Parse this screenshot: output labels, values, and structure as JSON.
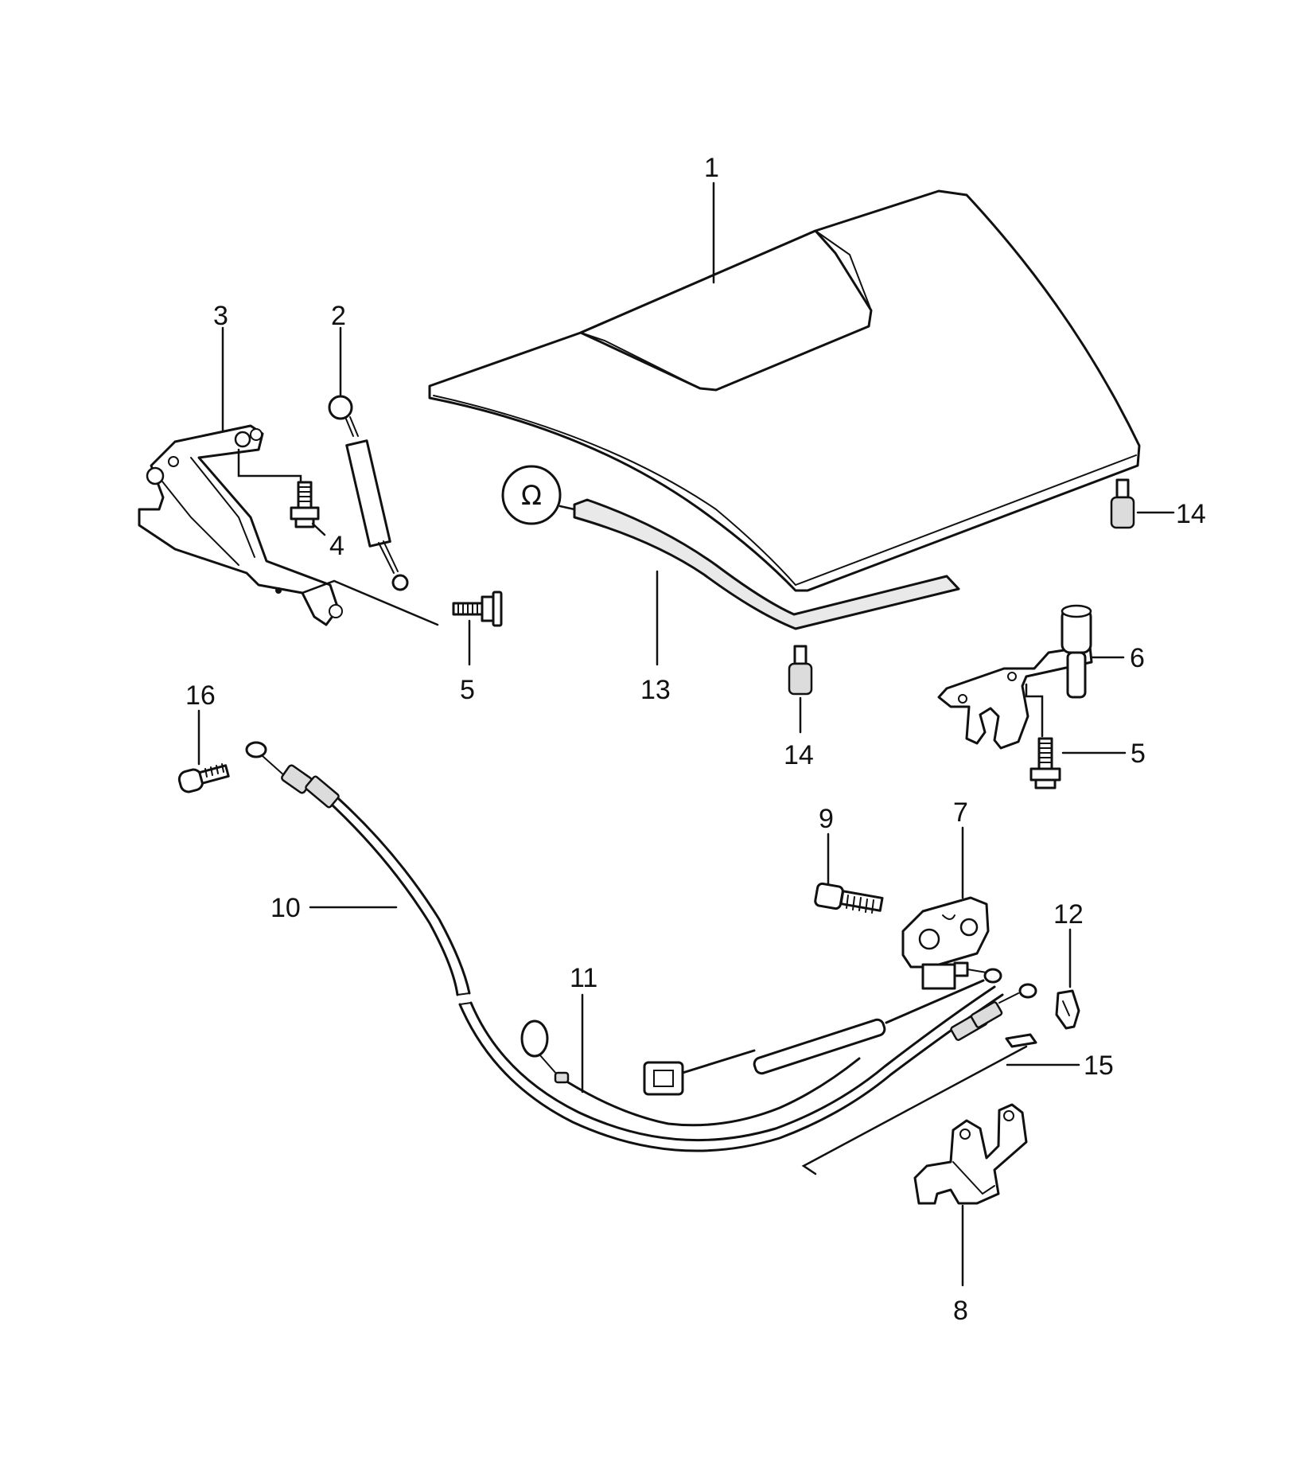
{
  "callouts": {
    "c1": "1",
    "c2": "2",
    "c3": "3",
    "c4": "4",
    "c5a": "5",
    "c5b": "5",
    "c6": "6",
    "c7": "7",
    "c8": "8",
    "c9": "9",
    "c10": "10",
    "c11": "11",
    "c12": "12",
    "c13": "13",
    "c14a": "14",
    "c14b": "14",
    "c15": "15",
    "c16": "16"
  },
  "symbol_glyph": "Ω"
}
